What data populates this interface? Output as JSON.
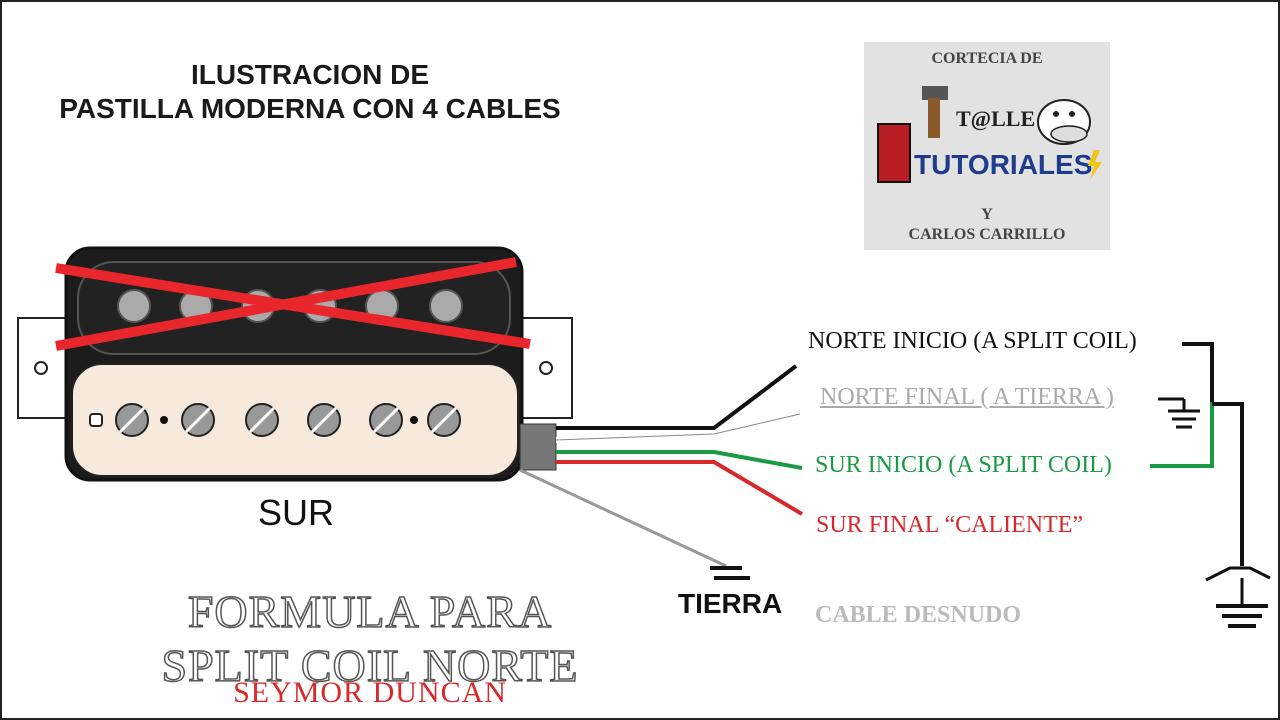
{
  "title": {
    "line1": "ILUSTRACION DE",
    "line2": "PASTILLA MODERNA CON 4 CABLES"
  },
  "credit": {
    "top": "CORTECIA DE",
    "logo_line1": "T@LLE",
    "logo_line2": "TUTORIALES",
    "and": "Y",
    "name": "CARLOS CARRILLO"
  },
  "wires": {
    "norte_inicio": "NORTE INICIO (A SPLIT COIL)",
    "norte_final": "NORTE FINAL ( A TIERRA )",
    "sur_inicio": "SUR  INICIO (A SPLIT COIL)",
    "sur_final": "SUR  FINAL “CALIENTE”",
    "cable_desnudo": "CABLE DESNUDO"
  },
  "labels": {
    "tierra": "TIERRA",
    "sur": "SUR"
  },
  "formula": {
    "line1": "FORMULA PARA",
    "line2": "SPLIT COIL NORTE",
    "brand": "SEYMOR DUNCAN"
  },
  "colors": {
    "black_wire": "#111111",
    "white_wire": "#ffffff",
    "green_wire": "#1a9a45",
    "red_wire": "#d8282a",
    "bare_wire": "#999999",
    "cross": "#e8262c",
    "north_coil": "#1c1c1c",
    "south_coil": "#f7eadc"
  }
}
